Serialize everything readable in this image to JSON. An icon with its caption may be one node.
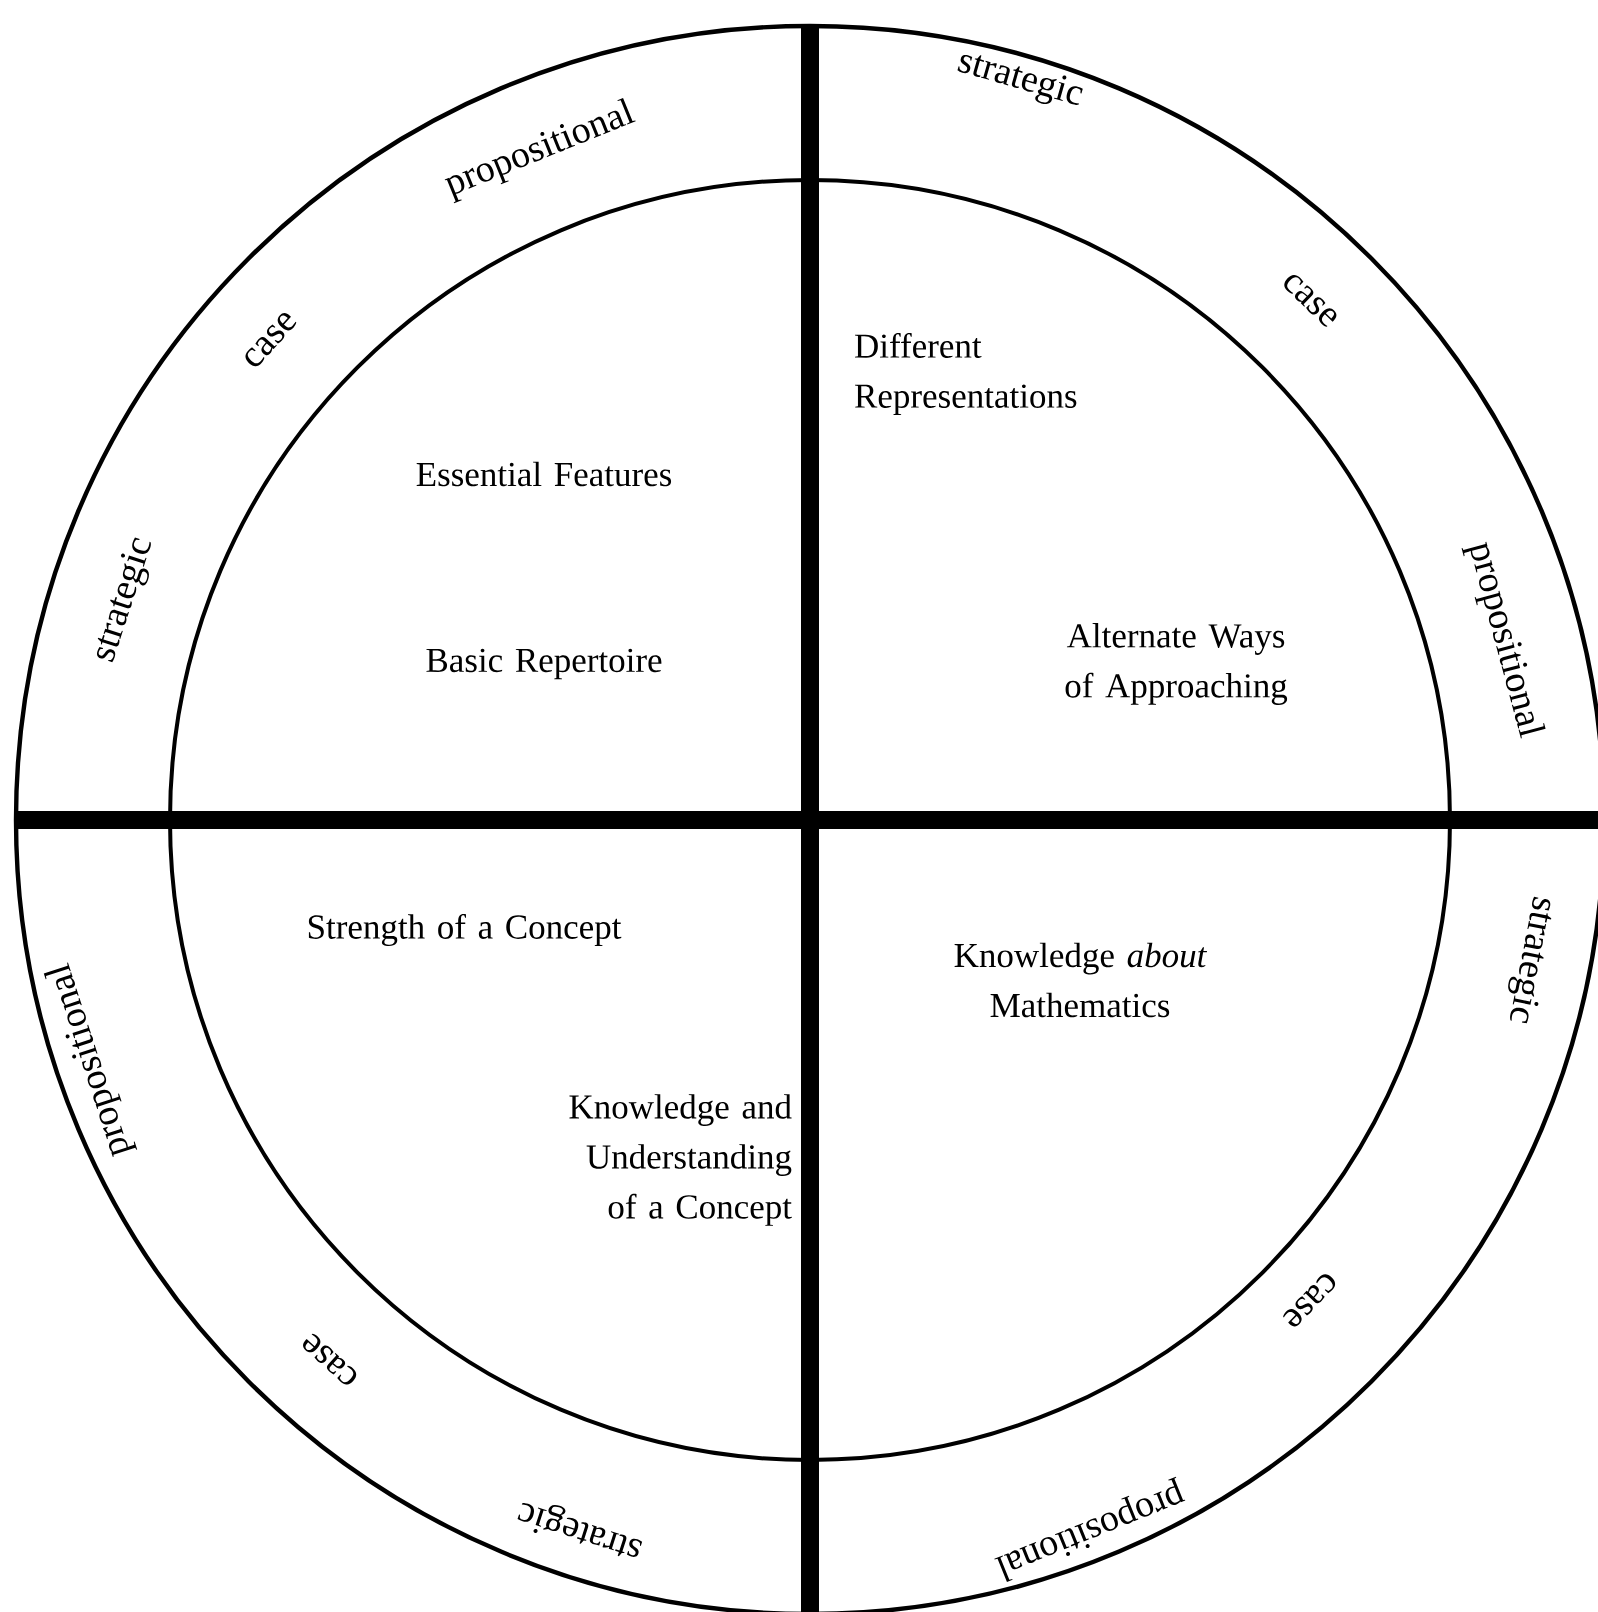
{
  "diagram": {
    "labels": [
      "propositional",
      "strategic",
      "case",
      "case",
      "Different Representations",
      "Essential Features",
      "strategic",
      "propositional",
      "Basic Repertoire",
      "Alternate Ways of Approaching",
      "Strength of a Concept",
      "strategic",
      "propositional",
      "Knowledge *about* Mathematics",
      "Knowledge and Understanding of a Concept",
      "case",
      "case",
      "strategic",
      "propositional"
    ]
  }
}
